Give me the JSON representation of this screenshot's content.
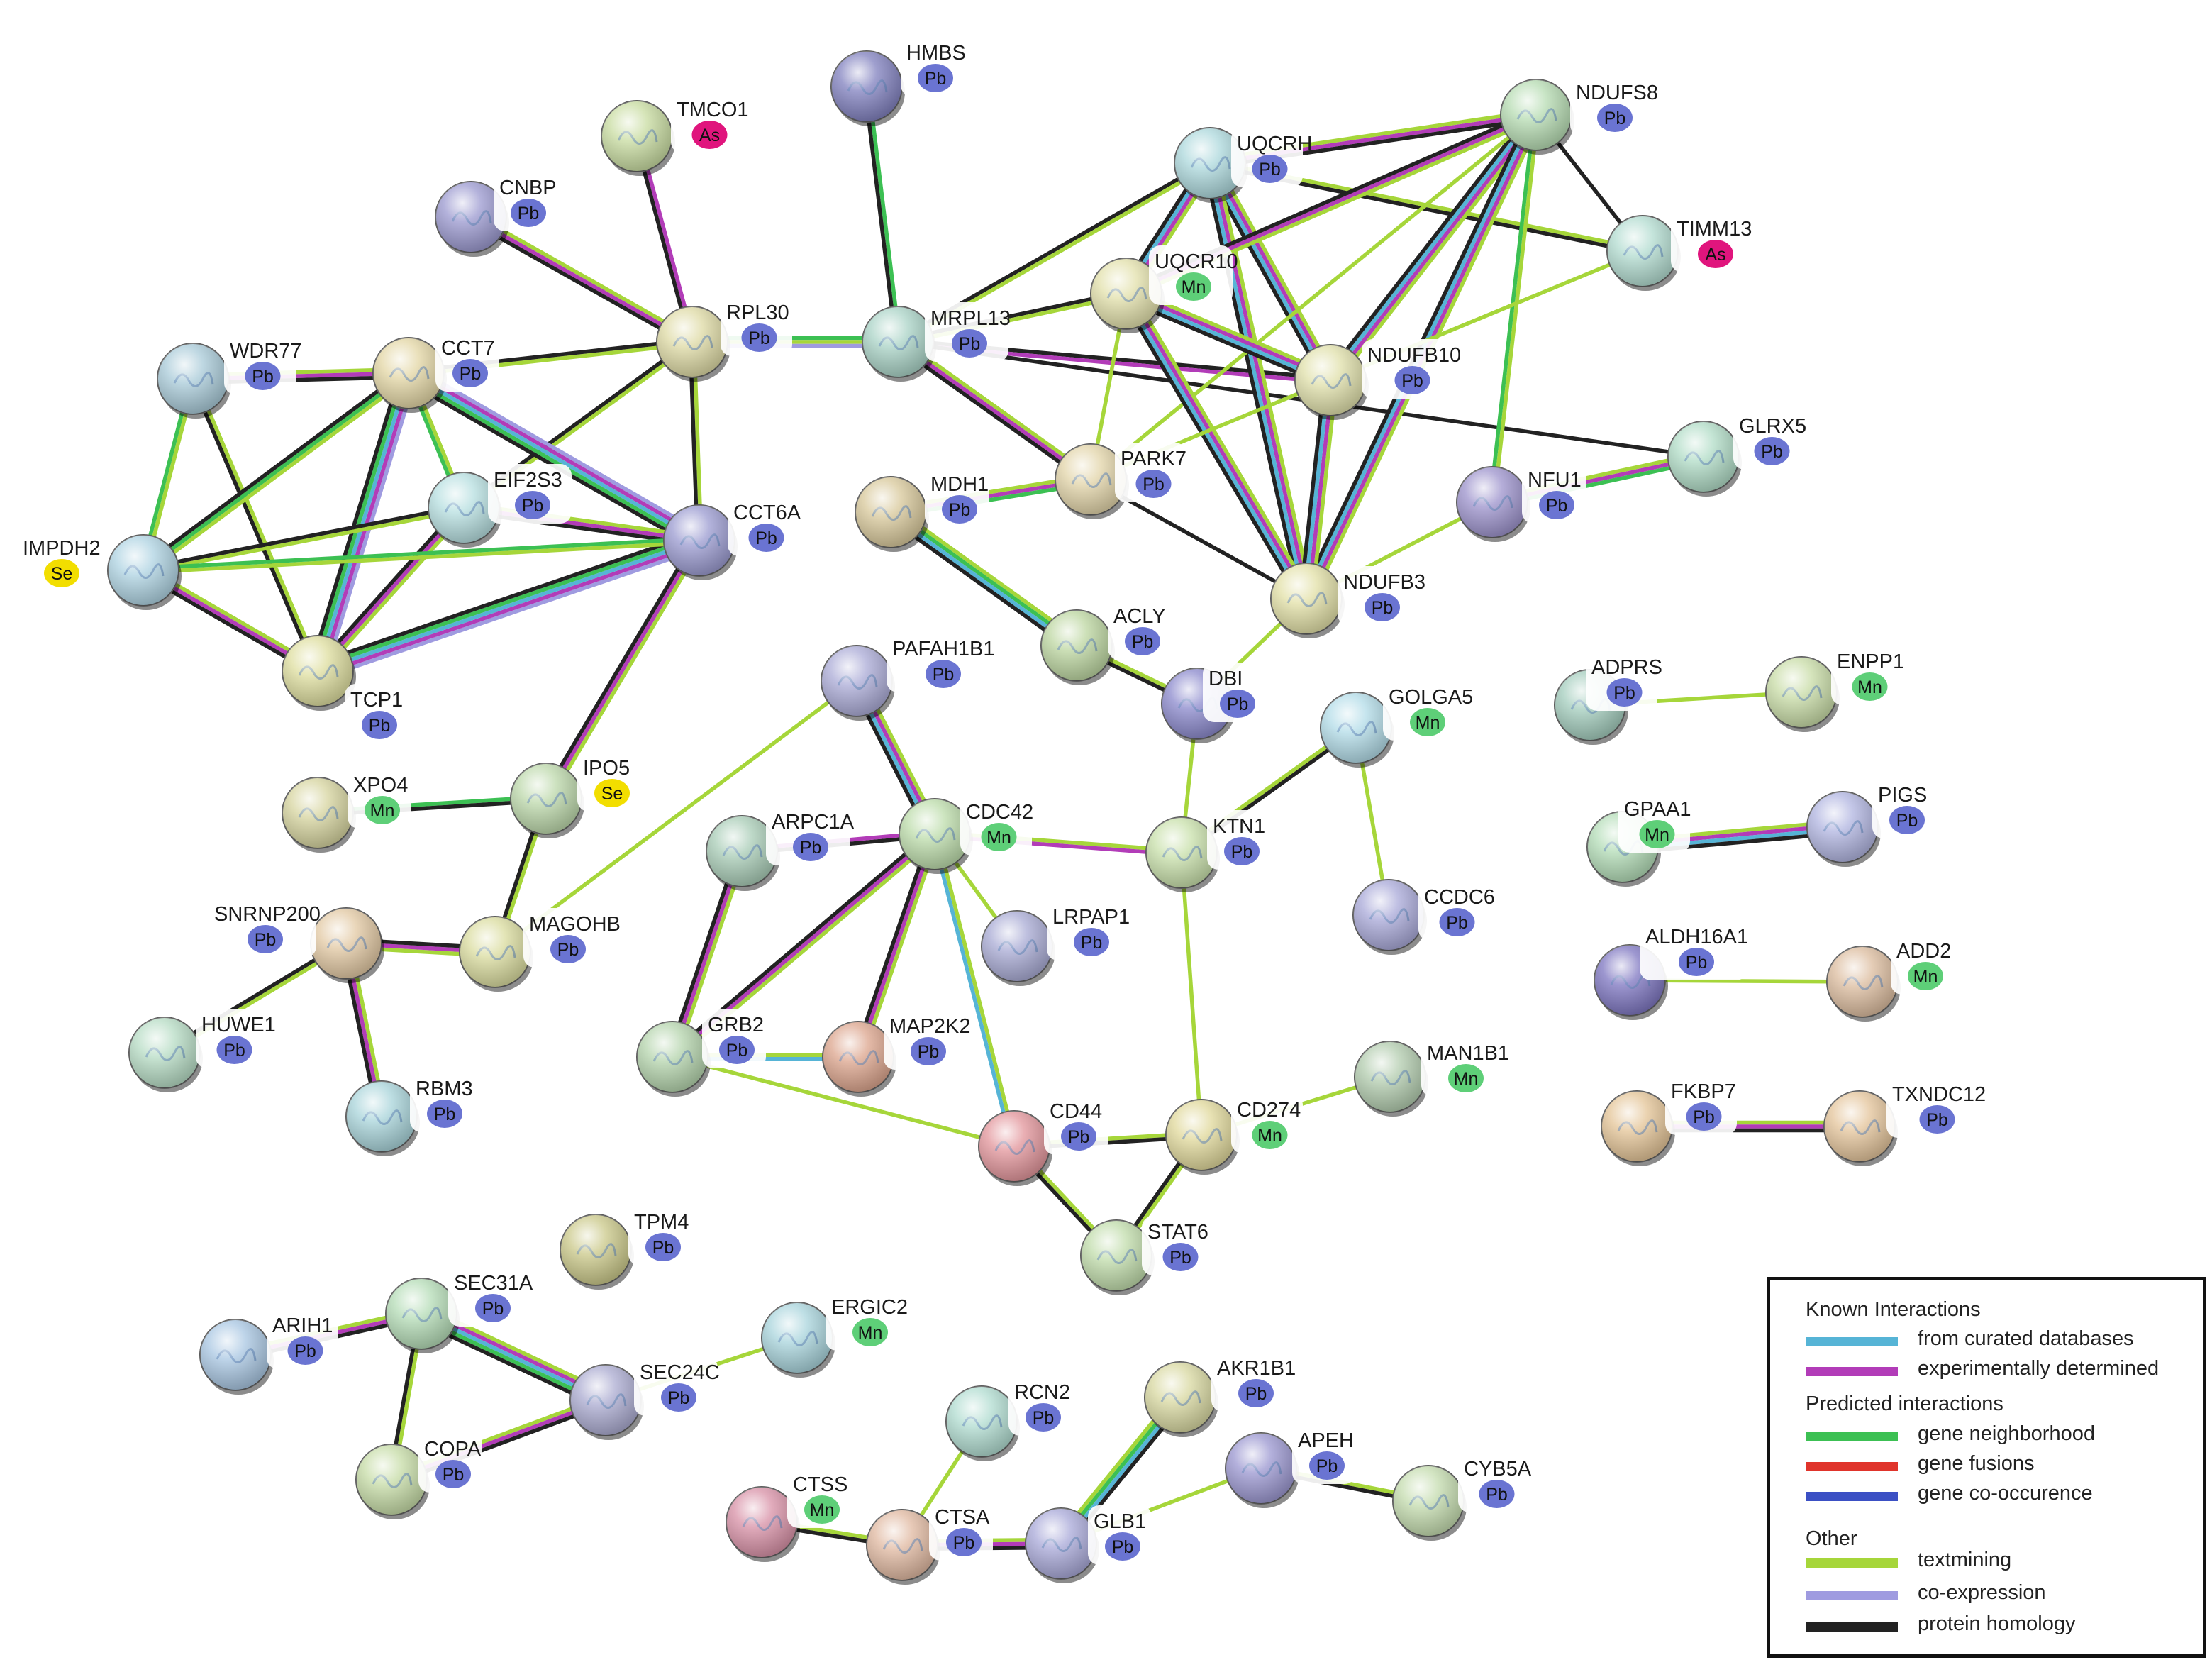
{
  "colors": {
    "curated": "#56b4d6",
    "experimental": "#b23cb8",
    "neighborhood": "#3cc053",
    "fusion": "#e0342b",
    "cooccurrence": "#3b50c4",
    "textmining": "#a6d63a",
    "coexpression": "#9f9be0",
    "homology": "#222222"
  },
  "badge_styles": {
    "Pb": {
      "fill": "#6a74d2",
      "text": "#111111"
    },
    "Mn": {
      "fill": "#5ecf78",
      "text": "#111111"
    },
    "Se": {
      "fill": "#f2de00",
      "text": "#111111"
    },
    "As": {
      "fill": "#e0157d",
      "text": "#111111"
    }
  },
  "nodes": [
    {
      "id": "HMBS",
      "label": "HMBS",
      "badge": "Pb",
      "color": "#7f7fbe"
    },
    {
      "id": "TMCO1",
      "label": "TMCO1",
      "badge": "As",
      "color": "#c8dca0"
    },
    {
      "id": "CNBP",
      "label": "CNBP",
      "badge": "Pb",
      "color": "#9a98cf"
    },
    {
      "id": "RPL30",
      "label": "RPL30",
      "badge": "Pb",
      "color": "#dedaa4"
    },
    {
      "id": "MRPL13",
      "label": "MRPL13",
      "badge": "Pb",
      "color": "#a9d3c6"
    },
    {
      "id": "UQCRH",
      "label": "UQCRH",
      "badge": "Pb",
      "color": "#acd8dc"
    },
    {
      "id": "NDUFS8",
      "label": "NDUFS8",
      "badge": "Pb",
      "color": "#b6dcb2"
    },
    {
      "id": "UQCR10",
      "label": "UQCR10",
      "badge": "Mn",
      "color": "#e2e0aa"
    },
    {
      "id": "TIMM13",
      "label": "TIMM13",
      "badge": "As",
      "color": "#b2dcd0"
    },
    {
      "id": "NDUFB10",
      "label": "NDUFB10",
      "badge": "Pb",
      "color": "#e0e0aa"
    },
    {
      "id": "WDR77",
      "label": "WDR77",
      "badge": "Pb",
      "color": "#a8cad8"
    },
    {
      "id": "CCT7",
      "label": "CCT7",
      "badge": "Pb",
      "color": "#e3d6a4"
    },
    {
      "id": "EIF2S3",
      "label": "EIF2S3",
      "badge": "Pb",
      "color": "#b6dfe0"
    },
    {
      "id": "CCT6A",
      "label": "CCT6A",
      "badge": "Pb",
      "color": "#9a9ad0"
    },
    {
      "id": "IMPDH2",
      "label": "IMPDH2",
      "badge": "Se",
      "color": "#aed3e2"
    },
    {
      "id": "TCP1",
      "label": "TCP1",
      "badge": "Pb",
      "color": "#dede9e"
    },
    {
      "id": "MDH1",
      "label": "MDH1",
      "badge": "Pb",
      "color": "#d8c89a"
    },
    {
      "id": "PARK7",
      "label": "PARK7",
      "badge": "Pb",
      "color": "#e2d4a8"
    },
    {
      "id": "NFU1",
      "label": "NFU1",
      "badge": "Pb",
      "color": "#9c92cc"
    },
    {
      "id": "GLRX5",
      "label": "GLRX5",
      "badge": "Pb",
      "color": "#b0dcc6"
    },
    {
      "id": "NDUFB3",
      "label": "NDUFB3",
      "badge": "Pb",
      "color": "#e2e0a6"
    },
    {
      "id": "ACLY",
      "label": "ACLY",
      "badge": "Pb",
      "color": "#bcd6a0"
    },
    {
      "id": "PAFAH1B1",
      "label": "PAFAH1B1",
      "badge": "Pb",
      "color": "#aaaad6"
    },
    {
      "id": "DBI",
      "label": "DBI",
      "badge": "Pb",
      "color": "#8a88cc"
    },
    {
      "id": "GOLGA5",
      "label": "GOLGA5",
      "badge": "Mn",
      "color": "#b2dce8"
    },
    {
      "id": "XPO4",
      "label": "XPO4",
      "badge": "Mn",
      "color": "#d6d49e"
    },
    {
      "id": "IPO5",
      "label": "IPO5",
      "badge": "Se",
      "color": "#bcd8aa"
    },
    {
      "id": "CDC42",
      "label": "CDC42",
      "badge": "Mn",
      "color": "#bcdcaa"
    },
    {
      "id": "ARPC1A",
      "label": "ARPC1A",
      "badge": "Pb",
      "color": "#a8ccb6"
    },
    {
      "id": "KTN1",
      "label": "KTN1",
      "badge": "Pb",
      "color": "#c8e0aa"
    },
    {
      "id": "CCDC6",
      "label": "CCDC6",
      "badge": "Pb",
      "color": "#a8a8d8"
    },
    {
      "id": "SNRNP200",
      "label": "SNRNP200",
      "badge": "Pb",
      "color": "#e2c8a2"
    },
    {
      "id": "MAGOHB",
      "label": "MAGOHB",
      "badge": "Pb",
      "color": "#dadc9e"
    },
    {
      "id": "LRPAP1",
      "label": "LRPAP1",
      "badge": "Pb",
      "color": "#a8aad4"
    },
    {
      "id": "HUWE1",
      "label": "HUWE1",
      "badge": "Pb",
      "color": "#b6dcc4"
    },
    {
      "id": "GRB2",
      "label": "GRB2",
      "badge": "Pb",
      "color": "#b4d4ac"
    },
    {
      "id": "MAP2K2",
      "label": "MAP2K2",
      "badge": "Pb",
      "color": "#dca48c"
    },
    {
      "id": "RBM3",
      "label": "RBM3",
      "badge": "Pb",
      "color": "#a8d4da"
    },
    {
      "id": "CD44",
      "label": "CD44",
      "badge": "Pb",
      "color": "#e2949a"
    },
    {
      "id": "CD274",
      "label": "CD274",
      "badge": "Mn",
      "color": "#e0d89a"
    },
    {
      "id": "MAN1B1",
      "label": "MAN1B1",
      "badge": "Mn",
      "color": "#b2ccae"
    },
    {
      "id": "STAT6",
      "label": "STAT6",
      "badge": "Pb",
      "color": "#c0dcaa"
    },
    {
      "id": "ADPRS",
      "label": "ADPRS",
      "badge": "Pb",
      "color": "#a2ccbc"
    },
    {
      "id": "ENPP1",
      "label": "ENPP1",
      "badge": "Mn",
      "color": "#c8dca6"
    },
    {
      "id": "GPAA1",
      "label": "GPAA1",
      "badge": "Mn",
      "color": "#b2dcb6"
    },
    {
      "id": "PIGS",
      "label": "PIGS",
      "badge": "Pb",
      "color": "#b0b4e0"
    },
    {
      "id": "ALDH16A1",
      "label": "ALDH16A1",
      "badge": "Pb",
      "color": "#7c74c0"
    },
    {
      "id": "ADD2",
      "label": "ADD2",
      "badge": "Mn",
      "color": "#dcbc9e"
    },
    {
      "id": "FKBP7",
      "label": "FKBP7",
      "badge": "Pb",
      "color": "#e4c496"
    },
    {
      "id": "TXNDC12",
      "label": "TXNDC12",
      "badge": "Pb",
      "color": "#e4c49a"
    },
    {
      "id": "TPM4",
      "label": "TPM4",
      "badge": "Pb",
      "color": "#cac888"
    },
    {
      "id": "SEC31A",
      "label": "SEC31A",
      "badge": "Pb",
      "color": "#b4dcb6"
    },
    {
      "id": "ARIH1",
      "label": "ARIH1",
      "badge": "Pb",
      "color": "#a8c6e2"
    },
    {
      "id": "ERGIC2",
      "label": "ERGIC2",
      "badge": "Mn",
      "color": "#a8d4dc"
    },
    {
      "id": "SEC24C",
      "label": "SEC24C",
      "badge": "Pb",
      "color": "#aaaad0"
    },
    {
      "id": "COPA",
      "label": "COPA",
      "badge": "Pb",
      "color": "#c6dca6"
    },
    {
      "id": "AKR1B1",
      "label": "AKR1B1",
      "badge": "Pb",
      "color": "#d8d8a0"
    },
    {
      "id": "RCN2",
      "label": "RCN2",
      "badge": "Pb",
      "color": "#b0dcd0"
    },
    {
      "id": "APEH",
      "label": "APEH",
      "badge": "Pb",
      "color": "#9a96d0"
    },
    {
      "id": "CYB5A",
      "label": "CYB5A",
      "badge": "Pb",
      "color": "#c4dcae"
    },
    {
      "id": "CTSS",
      "label": "CTSS",
      "badge": "Mn",
      "color": "#d890a6"
    },
    {
      "id": "CTSA",
      "label": "CTSA",
      "badge": "Pb",
      "color": "#e0b8a0"
    },
    {
      "id": "GLB1",
      "label": "GLB1",
      "badge": "Pb",
      "color": "#a8a8d8"
    }
  ],
  "edges": [
    [
      "HMBS",
      "MRPL13",
      [
        "neighborhood",
        "homology"
      ]
    ],
    [
      "TMCO1",
      "RPL30",
      [
        "experimental",
        "homology"
      ]
    ],
    [
      "CNBP",
      "RPL30",
      [
        "textmining",
        "experimental",
        "homology"
      ]
    ],
    [
      "RPL30",
      "MRPL13",
      [
        "neighborhood",
        "textmining",
        "coexpression"
      ]
    ],
    [
      "RPL30",
      "CCT7",
      [
        "textmining",
        "homology"
      ]
    ],
    [
      "RPL30",
      "EIF2S3",
      [
        "textmining",
        "homology"
      ]
    ],
    [
      "RPL30",
      "CCT6A",
      [
        "textmining",
        "homology"
      ]
    ],
    [
      "MRPL13",
      "UQCR10",
      [
        "homology",
        "textmining"
      ]
    ],
    [
      "MRPL13",
      "UQCRH",
      [
        "homology",
        "textmining"
      ]
    ],
    [
      "MRPL13",
      "NDUFB10",
      [
        "homology",
        "experimental"
      ]
    ],
    [
      "MRPL13",
      "PARK7",
      [
        "textmining",
        "experimental",
        "homology"
      ]
    ],
    [
      "MRPL13",
      "GLRX5",
      [
        "homology"
      ]
    ],
    [
      "UQCRH",
      "NDUFS8",
      [
        "textmining",
        "experimental",
        "homology"
      ]
    ],
    [
      "UQCRH",
      "UQCR10",
      [
        "textmining",
        "experimental",
        "curated",
        "homology"
      ]
    ],
    [
      "UQCRH",
      "NDUFB10",
      [
        "textmining",
        "experimental",
        "curated",
        "homology"
      ]
    ],
    [
      "UQCRH",
      "NDUFB3",
      [
        "textmining",
        "experimental",
        "curated",
        "homology"
      ]
    ],
    [
      "UQCRH",
      "TIMM13",
      [
        "textmining",
        "homology"
      ]
    ],
    [
      "NDUFS8",
      "UQCR10",
      [
        "textmining",
        "experimental",
        "homology"
      ]
    ],
    [
      "NDUFS8",
      "NDUFB10",
      [
        "textmining",
        "experimental",
        "curated",
        "homology"
      ]
    ],
    [
      "NDUFS8",
      "NDUFB3",
      [
        "textmining",
        "experimental",
        "curated",
        "homology"
      ]
    ],
    [
      "NDUFS8",
      "NFU1",
      [
        "textmining",
        "neighborhood"
      ]
    ],
    [
      "NDUFS8",
      "TIMM13",
      [
        "homology"
      ]
    ],
    [
      "NDUFS8",
      "PARK7",
      [
        "textmining"
      ]
    ],
    [
      "TIMM13",
      "NDUFB10",
      [
        "textmining"
      ]
    ],
    [
      "UQCR10",
      "NDUFB10",
      [
        "textmining",
        "experimental",
        "curated",
        "homology"
      ]
    ],
    [
      "UQCR10",
      "NDUFB3",
      [
        "textmining",
        "experimental",
        "curated",
        "homology"
      ]
    ],
    [
      "NDUFB10",
      "NDUFB3",
      [
        "textmining",
        "experimental",
        "curated",
        "homology"
      ]
    ],
    [
      "NDUFB10",
      "PARK7",
      [
        "textmining"
      ]
    ],
    [
      "UQCR10",
      "PARK7",
      [
        "textmining"
      ]
    ],
    [
      "PARK7",
      "NDUFB3",
      [
        "homology"
      ]
    ],
    [
      "MDH1",
      "PARK7",
      [
        "textmining",
        "experimental",
        "neighborhood"
      ]
    ],
    [
      "MDH1",
      "ACLY",
      [
        "textmining",
        "neighborhood",
        "curated",
        "homology"
      ]
    ],
    [
      "ACLY",
      "DBI",
      [
        "textmining",
        "homology"
      ]
    ],
    [
      "DBI",
      "NDUFB3",
      [
        "textmining"
      ]
    ],
    [
      "NFU1",
      "GLRX5",
      [
        "textmining",
        "experimental",
        "neighborhood"
      ]
    ],
    [
      "NFU1",
      "NDUFB3",
      [
        "textmining"
      ]
    ],
    [
      "WDR77",
      "CCT7",
      [
        "textmining",
        "experimental",
        "homology"
      ]
    ],
    [
      "WDR77",
      "IMPDH2",
      [
        "textmining",
        "neighborhood"
      ]
    ],
    [
      "WDR77",
      "TCP1",
      [
        "textmining",
        "homology"
      ]
    ],
    [
      "CCT7",
      "EIF2S3",
      [
        "textmining",
        "neighborhood"
      ]
    ],
    [
      "CCT7",
      "CCT6A",
      [
        "coexpression",
        "experimental",
        "curated",
        "neighborhood",
        "homology"
      ]
    ],
    [
      "CCT7",
      "TCP1",
      [
        "coexpression",
        "experimental",
        "curated",
        "neighborhood",
        "homology"
      ]
    ],
    [
      "CCT7",
      "IMPDH2",
      [
        "textmining",
        "neighborhood",
        "homology"
      ]
    ],
    [
      "EIF2S3",
      "CCT6A",
      [
        "textmining",
        "experimental",
        "homology"
      ]
    ],
    [
      "EIF2S3",
      "TCP1",
      [
        "textmining",
        "experimental",
        "homology"
      ]
    ],
    [
      "EIF2S3",
      "IMPDH2",
      [
        "textmining",
        "homology"
      ]
    ],
    [
      "CCT6A",
      "TCP1",
      [
        "coexpression",
        "experimental",
        "curated",
        "neighborhood",
        "homology"
      ]
    ],
    [
      "CCT6A",
      "IMPDH2",
      [
        "textmining",
        "neighborhood"
      ]
    ],
    [
      "CCT6A",
      "IPO5",
      [
        "textmining",
        "experimental",
        "homology"
      ]
    ],
    [
      "IMPDH2",
      "TCP1",
      [
        "textmining",
        "experimental",
        "homology"
      ]
    ],
    [
      "XPO4",
      "IPO5",
      [
        "neighborhood",
        "homology"
      ]
    ],
    [
      "IPO5",
      "MAGOHB",
      [
        "textmining",
        "homology"
      ]
    ],
    [
      "MAGOHB",
      "SNRNP200",
      [
        "textmining",
        "experimental",
        "homology"
      ]
    ],
    [
      "MAGOHB",
      "PAFAH1B1",
      [
        "textmining"
      ]
    ],
    [
      "SNRNP200",
      "HUWE1",
      [
        "textmining",
        "homology"
      ]
    ],
    [
      "SNRNP200",
      "RBM3",
      [
        "textmining",
        "experimental",
        "homology"
      ]
    ],
    [
      "PAFAH1B1",
      "CDC42",
      [
        "textmining",
        "experimental",
        "curated",
        "homology"
      ]
    ],
    [
      "CDC42",
      "ARPC1A",
      [
        "homology",
        "experimental"
      ]
    ],
    [
      "CDC42",
      "KTN1",
      [
        "textmining",
        "experimental"
      ]
    ],
    [
      "CDC42",
      "LRPAP1",
      [
        "textmining"
      ]
    ],
    [
      "CDC42",
      "GRB2",
      [
        "textmining",
        "experimental",
        "homology"
      ]
    ],
    [
      "CDC42",
      "MAP2K2",
      [
        "textmining",
        "experimental",
        "homology"
      ]
    ],
    [
      "CDC42",
      "CD44",
      [
        "textmining",
        "curated"
      ]
    ],
    [
      "ARPC1A",
      "GRB2",
      [
        "textmining",
        "experimental",
        "homology"
      ]
    ],
    [
      "GRB2",
      "MAP2K2",
      [
        "textmining",
        "curated"
      ]
    ],
    [
      "GRB2",
      "CD44",
      [
        "textmining"
      ]
    ],
    [
      "KTN1",
      "DBI",
      [
        "textmining"
      ]
    ],
    [
      "KTN1",
      "GOLGA5",
      [
        "textmining",
        "homology"
      ]
    ],
    [
      "KTN1",
      "CD274",
      [
        "textmining"
      ]
    ],
    [
      "GOLGA5",
      "CCDC6",
      [
        "textmining"
      ]
    ],
    [
      "CD44",
      "CD274",
      [
        "textmining",
        "homology"
      ]
    ],
    [
      "CD44",
      "STAT6",
      [
        "textmining",
        "homology"
      ]
    ],
    [
      "CD274",
      "STAT6",
      [
        "textmining",
        "homology"
      ]
    ],
    [
      "CD274",
      "MAN1B1",
      [
        "textmining"
      ]
    ],
    [
      "ADPRS",
      "ENPP1",
      [
        "textmining"
      ]
    ],
    [
      "GPAA1",
      "PIGS",
      [
        "textmining",
        "experimental",
        "curated",
        "homology"
      ]
    ],
    [
      "ALDH16A1",
      "ADD2",
      [
        "textmining"
      ]
    ],
    [
      "FKBP7",
      "TXNDC12",
      [
        "textmining",
        "experimental",
        "homology"
      ]
    ],
    [
      "ARIH1",
      "SEC31A",
      [
        "textmining",
        "experimental",
        "homology"
      ]
    ],
    [
      "SEC31A",
      "SEC24C",
      [
        "textmining",
        "experimental",
        "curated",
        "neighborhood",
        "homology"
      ]
    ],
    [
      "SEC31A",
      "COPA",
      [
        "textmining",
        "homology"
      ]
    ],
    [
      "COPA",
      "SEC24C",
      [
        "textmining",
        "experimental",
        "homology"
      ]
    ],
    [
      "SEC24C",
      "ERGIC2",
      [
        "textmining"
      ]
    ],
    [
      "CTSS",
      "CTSA",
      [
        "textmining",
        "homology"
      ]
    ],
    [
      "CTSA",
      "RCN2",
      [
        "textmining"
      ]
    ],
    [
      "CTSA",
      "GLB1",
      [
        "textmining",
        "experimental",
        "homology"
      ]
    ],
    [
      "GLB1",
      "AKR1B1",
      [
        "textmining",
        "neighborhood",
        "curated",
        "homology"
      ]
    ],
    [
      "GLB1",
      "APEH",
      [
        "textmining"
      ]
    ],
    [
      "APEH",
      "CYB5A",
      [
        "textmining",
        "homology"
      ]
    ]
  ],
  "legend": {
    "sections": [
      {
        "title": "Known Interactions",
        "items": [
          {
            "key": "curated",
            "label": "from curated databases"
          },
          {
            "key": "experimental",
            "label": "experimentally determined"
          }
        ]
      },
      {
        "title": "Predicted interactions",
        "items": [
          {
            "key": "neighborhood",
            "label": "gene neighborhood"
          },
          {
            "key": "fusion",
            "label": "gene fusions"
          },
          {
            "key": "cooccurrence",
            "label": "gene co-occurence"
          }
        ]
      },
      {
        "title": "Other",
        "items": [
          {
            "key": "textmining",
            "label": "textmining"
          },
          {
            "key": "coexpression",
            "label": "co-expression"
          },
          {
            "key": "homology",
            "label": "protein homology"
          }
        ]
      }
    ]
  }
}
